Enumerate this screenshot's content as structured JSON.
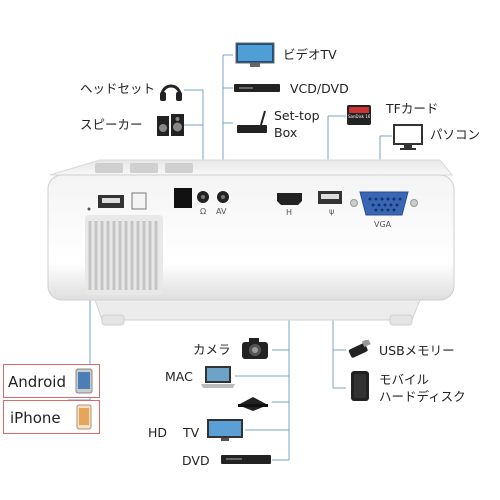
{
  "labels": {
    "video_tv": "ビデオTV",
    "vcd_dvd": "VCD/DVD",
    "headset": "ヘッドセット",
    "speaker": "スピーカー",
    "settop_line1": "Set-top",
    "settop_line2": "Box",
    "tf_card": "TFカード",
    "pc": "パソコン",
    "camera": "カメラ",
    "mac": "MAC",
    "hd": "HD",
    "tv": "TV",
    "dvd": "DVD",
    "usb_memory": "USBメモリー",
    "mobile_line1": "モバイル",
    "mobile_line2": "ハードディスク",
    "android": "Android",
    "iphone": "iPhone"
  },
  "port_labels": {
    "headphone": "Ω",
    "av": "AV",
    "hdmi": "H",
    "usb": "ψ",
    "vga": "VGA"
  },
  "sd_card_text": "SanDisk 16GB"
}
